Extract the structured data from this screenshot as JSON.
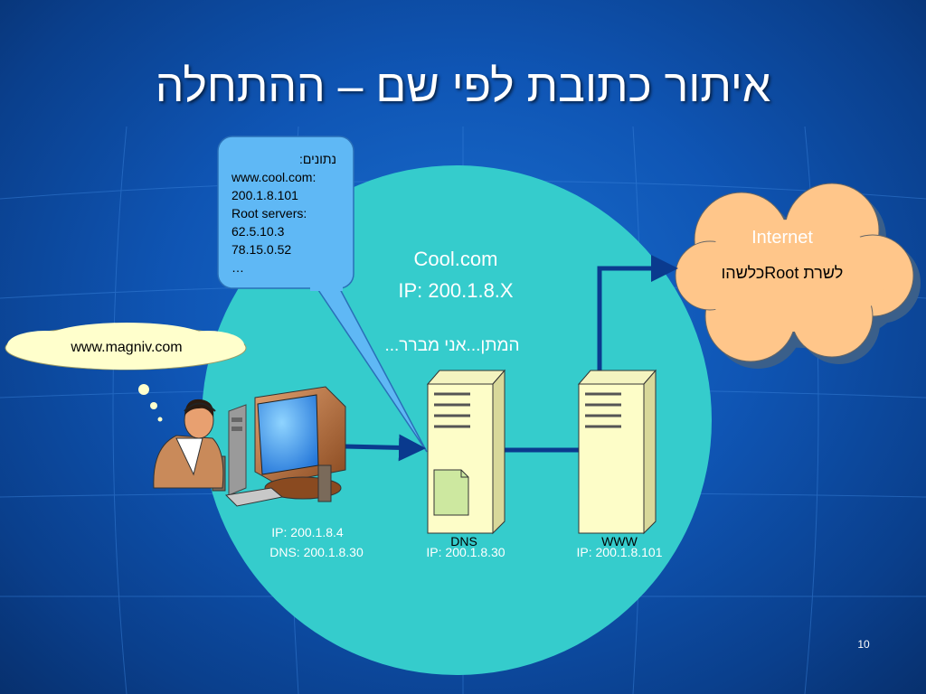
{
  "slide": {
    "title": "איתור כתובת לפי שם – ההתחלה",
    "page_number": "10"
  },
  "dns_data_callout": {
    "heading": "נתונים:",
    "lines": [
      "www.cool.com:",
      "200.1.8.101",
      "Root servers:",
      "62.5.10.3",
      "78.15.0.52",
      "…"
    ]
  },
  "domain": {
    "name": "Cool.com",
    "ip": "IP: 200.1.8.X",
    "pretend": "המתן...אני מברר..."
  },
  "thought_bubble": {
    "text": "www.magniv.com"
  },
  "client": {
    "ip": "IP: 200.1.8.4",
    "dns": "DNS: 200.1.8.30"
  },
  "dns_server": {
    "label": "DNS",
    "ip": "IP: 200.1.8.30"
  },
  "www_server": {
    "label": "WWW",
    "ip": "IP: 200.1.8.101"
  },
  "internet_cloud": {
    "line1": "Internet",
    "line2": "לשרת Rootכלשהו"
  },
  "colors": {
    "background": "#0f55b4",
    "domain_circle": "#35cccc",
    "callout": "#5fb8f5",
    "cloud": "#ffc68a",
    "arrow": "#0a3a8e",
    "server": "#fdfdc8"
  }
}
